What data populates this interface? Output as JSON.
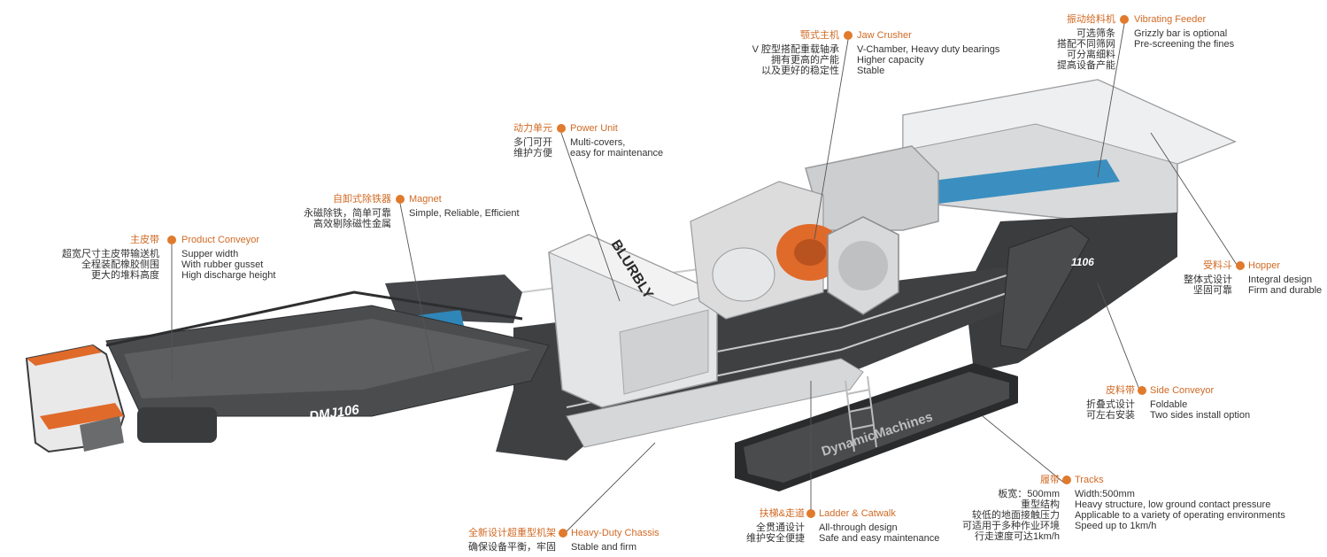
{
  "colors": {
    "accent": "#e07a2c",
    "body": "#cfd0d1",
    "dark": "#3b3c3e",
    "blue": "#2f86b8"
  },
  "machine": {
    "brand": "BLURBLY",
    "model": "DMJ106",
    "model_right": "1106",
    "track_text": "DynamicMachines"
  },
  "labels": {
    "vibrating_feeder": {
      "title_cn": "振动给料机",
      "title_en": "Vibrating Feeder",
      "desc_cn": [
        "可选筛条",
        "搭配不同筛网",
        "可分离细料",
        "提高设备产能"
      ],
      "desc_en": [
        "Grizzly bar is optional",
        "Pre-screening the fines"
      ]
    },
    "jaw_crusher": {
      "title_cn": "颚式主机",
      "title_en": "Jaw Crusher",
      "desc_cn": [
        "V 腔型搭配重载轴承",
        "拥有更高的产能",
        "以及更好的稳定性"
      ],
      "desc_en": [
        "V-Chamber, Heavy duty bearings",
        "Higher capacity",
        "Stable"
      ]
    },
    "power_unit": {
      "title_cn": "动力单元",
      "title_en": "Power Unit",
      "desc_cn": [
        "多门可开",
        "维护方便"
      ],
      "desc_en": [
        "Multi-covers,",
        "easy for maintenance"
      ]
    },
    "magnet": {
      "title_cn": "自卸式除铁器",
      "title_en": "Magnet",
      "desc_cn": [
        "永磁除铁，简单可靠",
        "高效剔除磁性金属"
      ],
      "desc_en": [
        "Simple, Reliable, Efficient"
      ]
    },
    "product_conveyor": {
      "title_cn": "主皮带",
      "title_en": "Product Conveyor",
      "desc_cn": [
        "超宽尺寸主皮带输送机",
        "全程装配橡胶侧围",
        "更大的堆料高度"
      ],
      "desc_en": [
        "Supper width",
        "With rubber gusset",
        "High discharge height"
      ]
    },
    "hopper": {
      "title_cn": "受料斗",
      "title_en": "Hopper",
      "desc_cn": [
        "整体式设计",
        "坚固可靠"
      ],
      "desc_en": [
        "Integral design",
        "Firm and durable"
      ]
    },
    "side_conveyor": {
      "title_cn": "皮料带",
      "title_en": "Side Conveyor",
      "desc_cn": [
        "折叠式设计",
        "可左右安装"
      ],
      "desc_en": [
        "Foldable",
        "Two sides install option"
      ]
    },
    "tracks": {
      "title_cn": "履带",
      "title_en": "Tracks",
      "desc_cn": [
        "板宽：500mm",
        "重型结构",
        "较低的地面接触压力",
        "可适用于多种作业环境",
        "行走速度可达1km/h"
      ],
      "desc_en": [
        "Width:500mm",
        "Heavy structure, low ground contact pressure",
        "Applicable to a variety of operating environments",
        "Speed up to 1km/h"
      ]
    },
    "ladder_catwalk": {
      "title_cn": "扶梯&走道",
      "title_en": "Ladder & Catwalk",
      "desc_cn": [
        "全贯通设计",
        "维护安全便捷"
      ],
      "desc_en": [
        "All-through design",
        "Safe and easy maintenance"
      ]
    },
    "chassis": {
      "title_cn": "全新设计超重型机架",
      "title_en": "Heavy-Duty Chassis",
      "desc_cn": [
        "确保设备平衡，牢固"
      ],
      "desc_en": [
        "Stable and firm"
      ]
    }
  }
}
